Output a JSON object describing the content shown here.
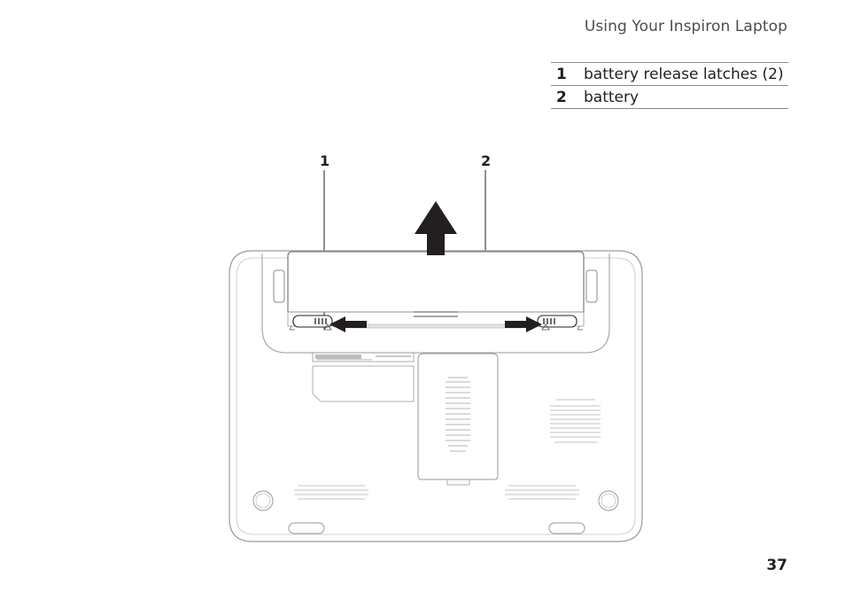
{
  "header": {
    "title": "Using Your Inspiron Laptop"
  },
  "legend": {
    "items": [
      {
        "num": "1",
        "label": "battery release latches (2)"
      },
      {
        "num": "2",
        "label": "battery"
      }
    ]
  },
  "callouts": {
    "one": "1",
    "two": "2"
  },
  "page": {
    "number": "37"
  }
}
